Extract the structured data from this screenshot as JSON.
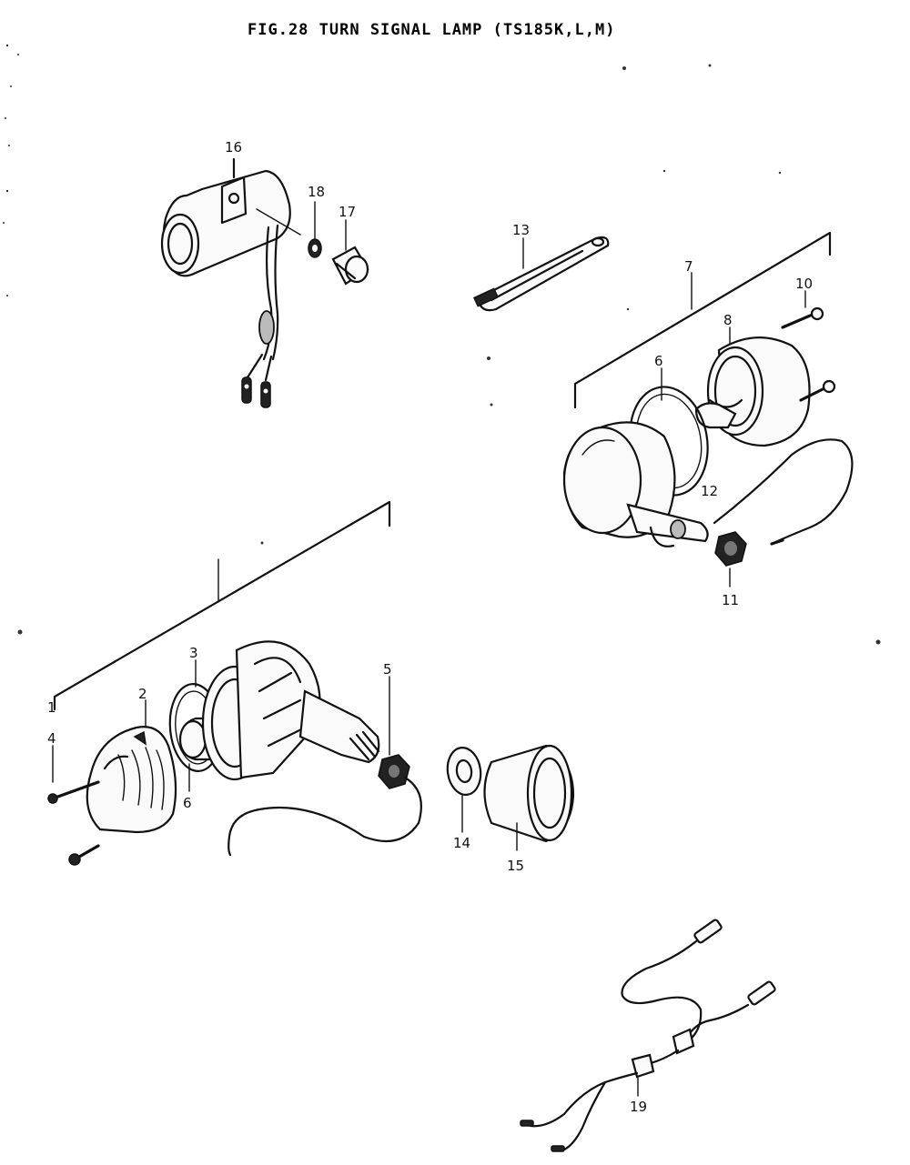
{
  "diagram": {
    "title": "FIG.28  TURN SIGNAL LAMP (TS185K,L,M)",
    "labels": {
      "l1": "1",
      "l2": "2",
      "l3": "3",
      "l4": "4",
      "l5": "5",
      "l6a": "6",
      "l6b": "6",
      "l7": "7",
      "l8": "8",
      "l10": "10",
      "l11": "11",
      "l12": "12",
      "l13": "13",
      "l14": "14",
      "l15": "15",
      "l16": "16",
      "l17": "17",
      "l18": "18",
      "l19": "19"
    }
  }
}
